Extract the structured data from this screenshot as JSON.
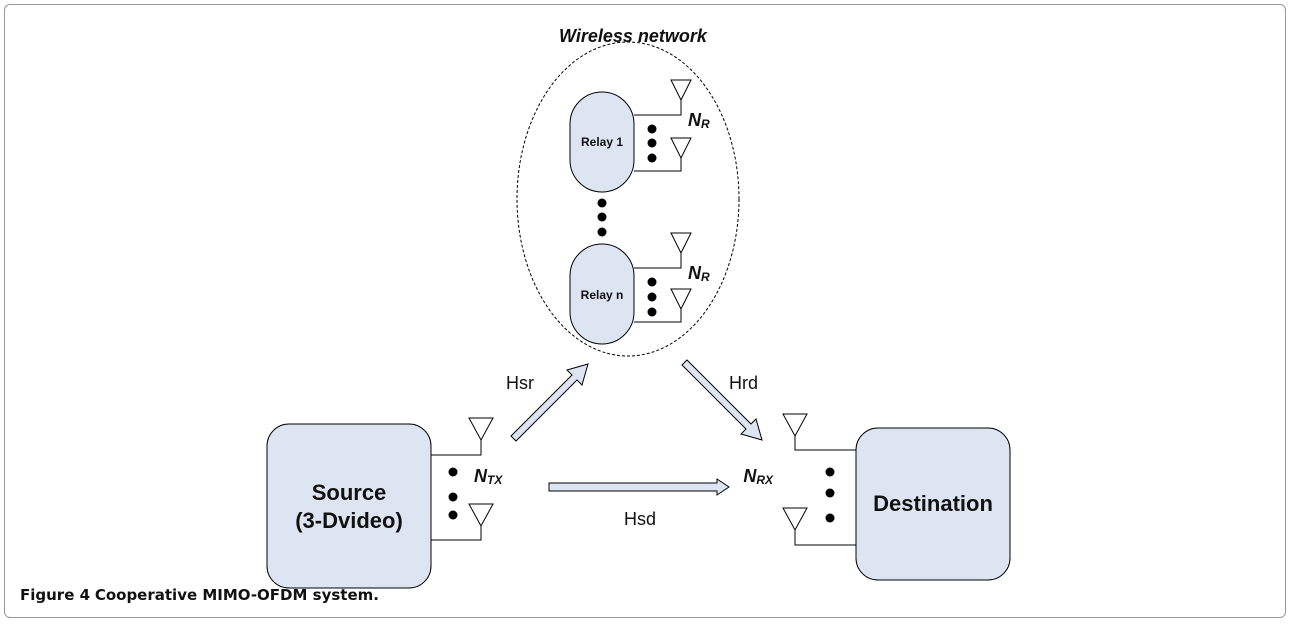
{
  "network_label": "Wireless network",
  "relays": [
    {
      "label": "Relay 1",
      "antenna_label": "N",
      "antenna_sub": "R"
    },
    {
      "label": "Relay n",
      "antenna_label": "N",
      "antenna_sub": "R"
    }
  ],
  "source": {
    "line1": "Source",
    "line2": "(3-Dvideo)",
    "antenna_label": "N",
    "antenna_sub": "TX"
  },
  "destination": {
    "label": "Destination",
    "antenna_label": "N",
    "antenna_sub": "RX"
  },
  "links": {
    "sr": "Hsr",
    "rd": "Hrd",
    "sd": "Hsd"
  },
  "caption": {
    "figure": "Figure 4",
    "text": "Cooperative MIMO-OFDM system."
  },
  "colors": {
    "box_fill": "#dde5f3",
    "arrow_fill": "#dde5f3",
    "stroke": "#000000"
  }
}
